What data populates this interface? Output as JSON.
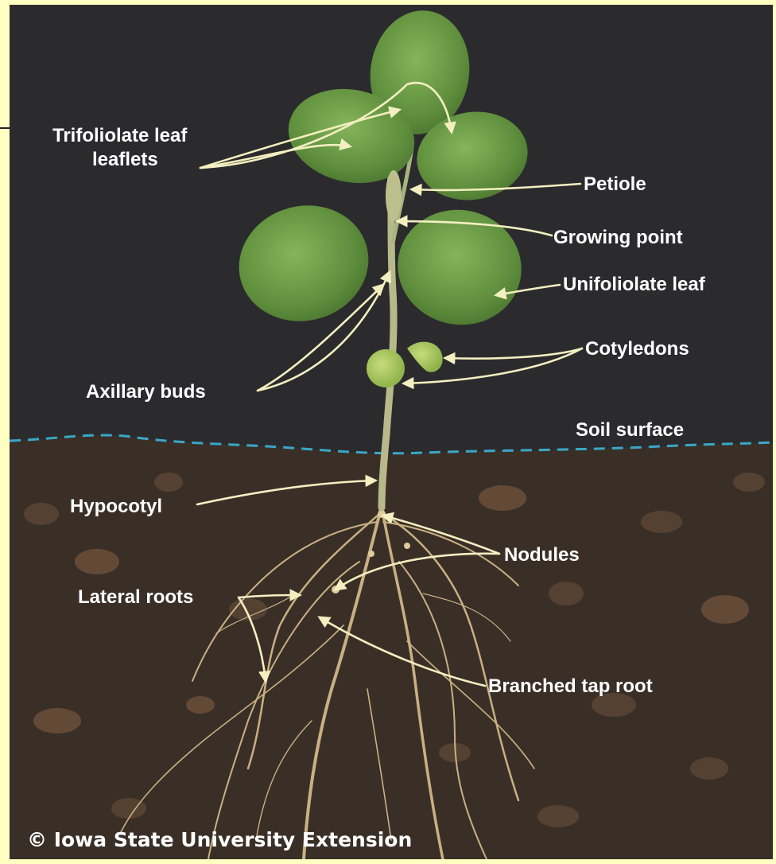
{
  "labels": {
    "trifoliolate_line1": "Trifoliolate leaf",
    "trifoliolate_line2": "leaflets",
    "petiole": "Petiole",
    "growing_point": "Growing point",
    "unifoliolate_leaf": "Unifoliolate leaf",
    "cotyledons": "Cotyledons",
    "axillary_buds": "Axillary buds",
    "soil_surface": "Soil surface",
    "hypocotyl": "Hypocotyl",
    "nodules": "Nodules",
    "lateral_roots": "Lateral roots",
    "branched_tap_root": "Branched tap root"
  },
  "credit": "© Iowa State University Extension",
  "colors": {
    "page_background": "#ffffc4",
    "sky": "#2b2b2d",
    "soil": "#3a2f27",
    "soil_line": "#3aa7c8",
    "leaf": "#6a9a45",
    "stem": "#b7b98a",
    "root": "#c9b083",
    "label_text": "#ffffff",
    "pointer": "#f3efc0"
  }
}
